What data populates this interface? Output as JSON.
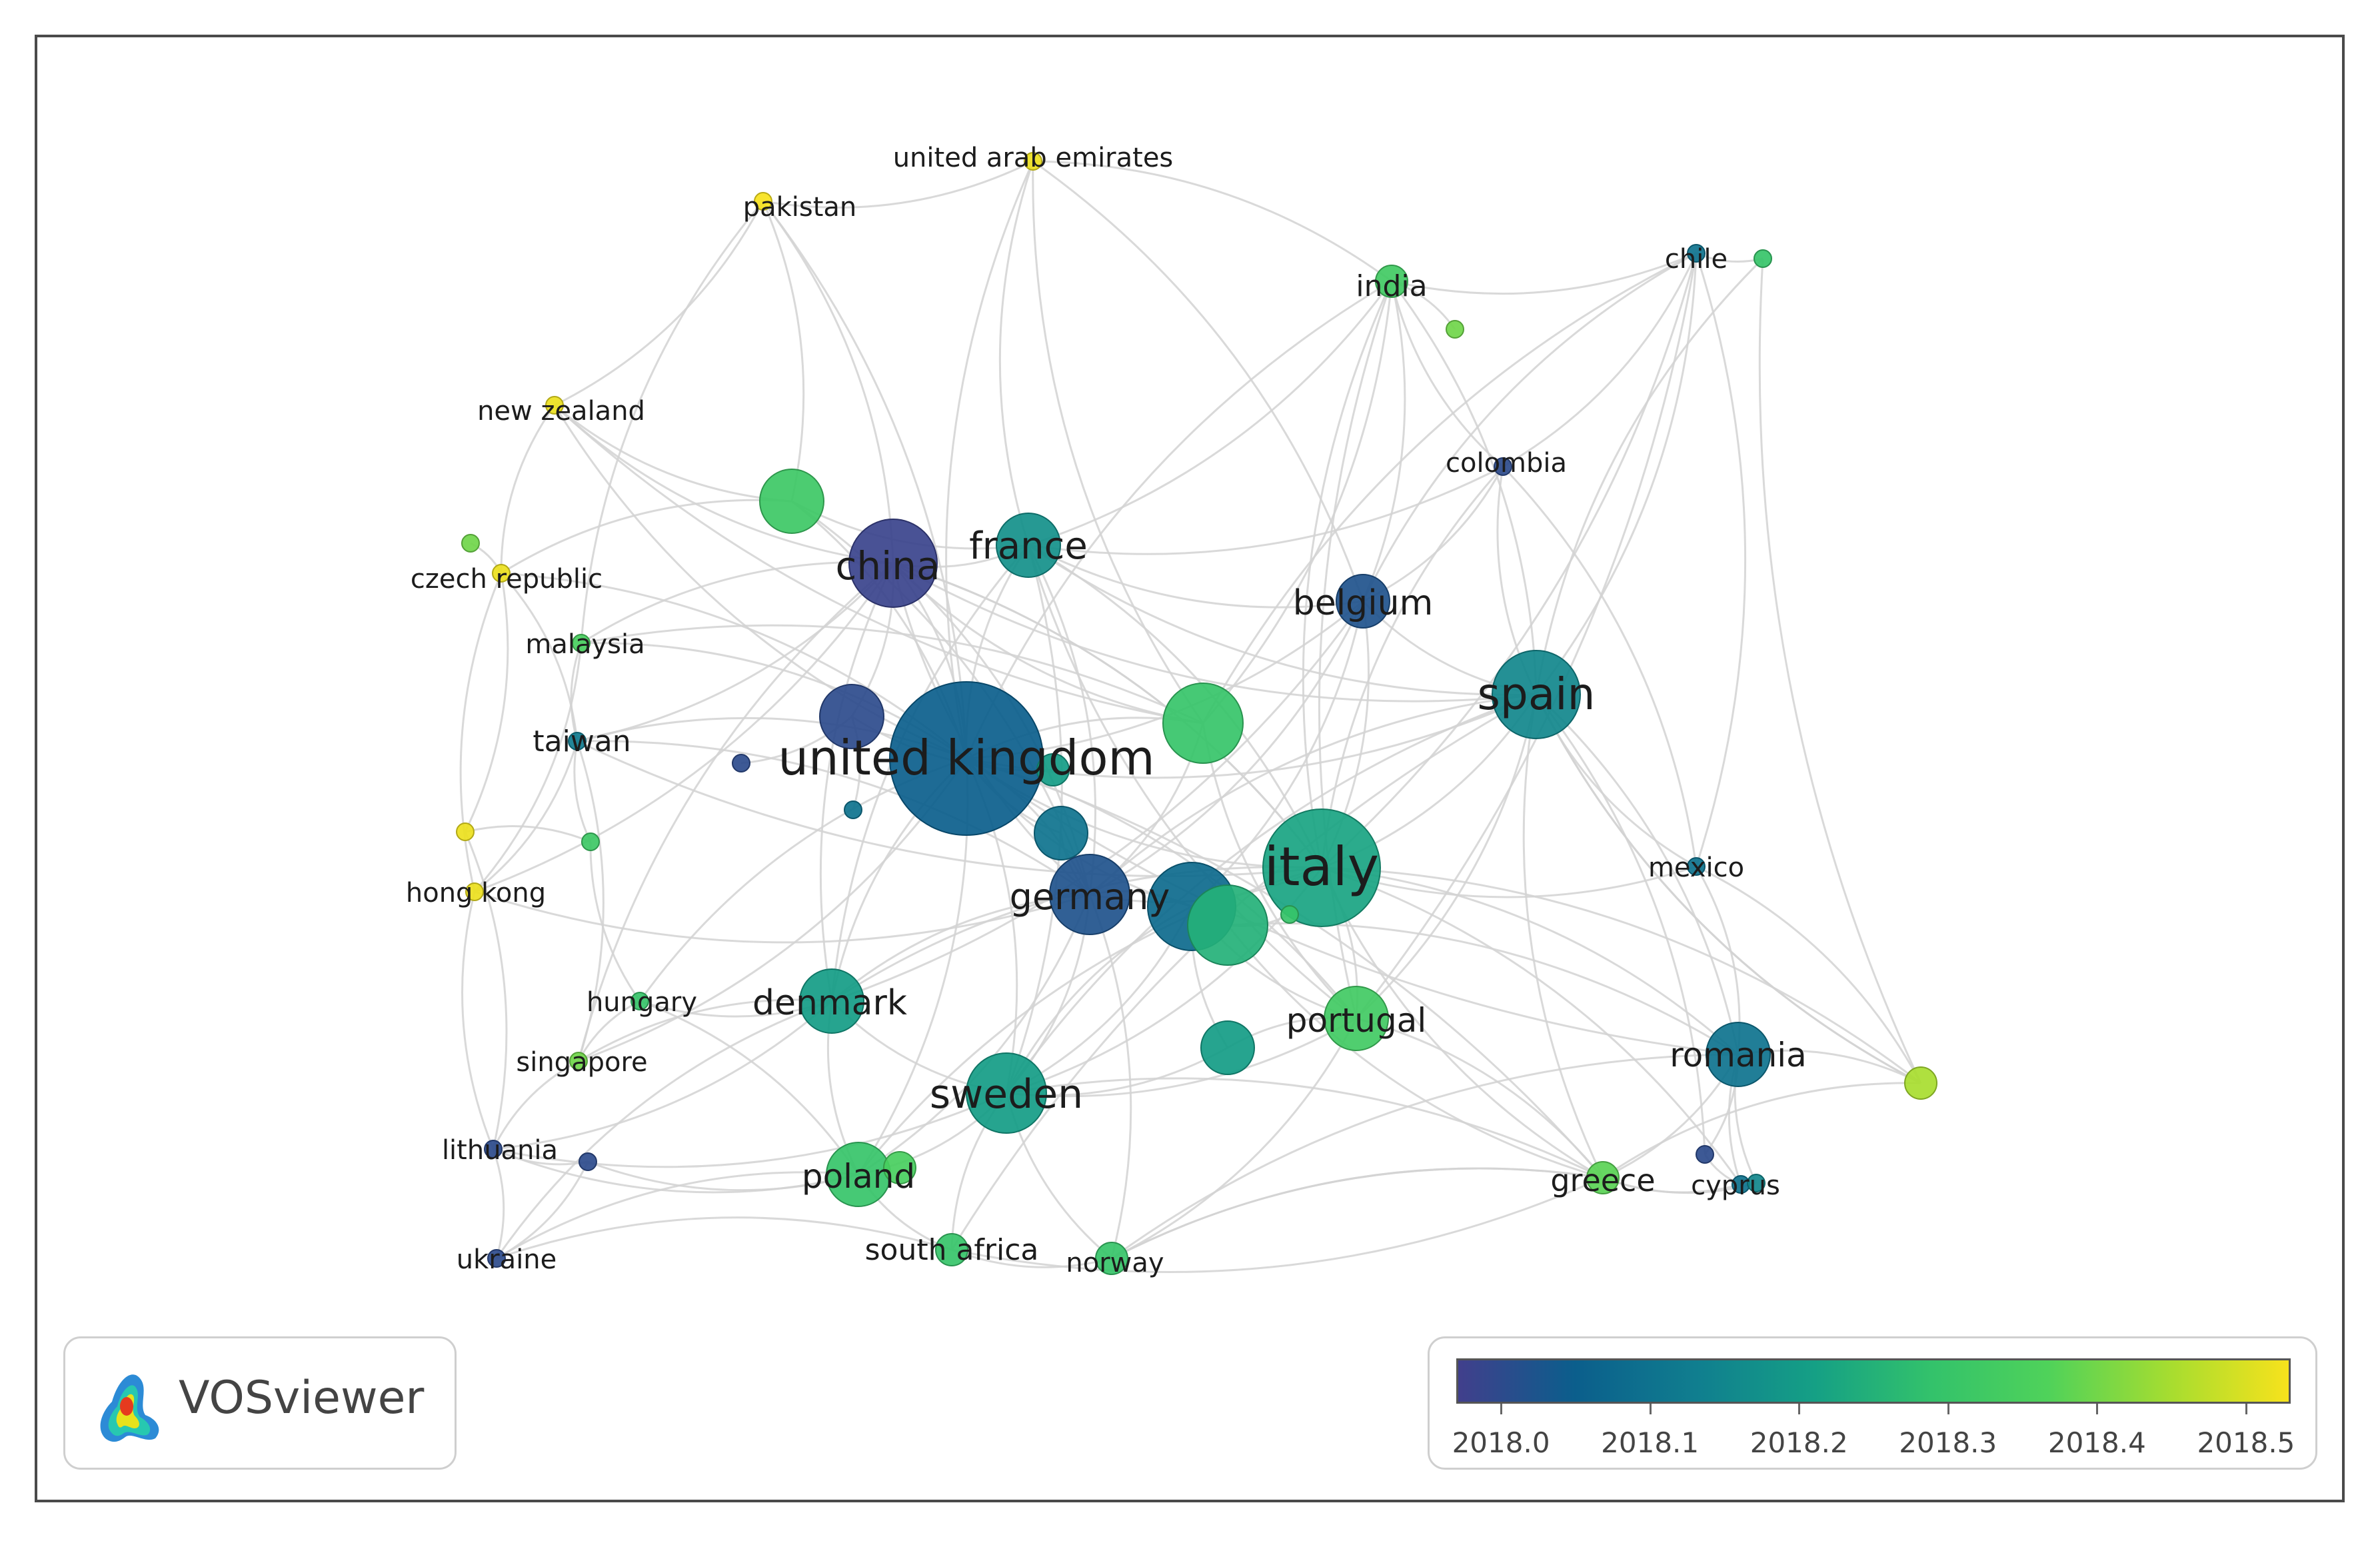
{
  "nodes": [
    {
      "id": "uae",
      "label": "united arab emirates",
      "score": 2018.52,
      "weight": 1,
      "label_tier": "s"
    },
    {
      "id": "pakistan",
      "label": "pakistan",
      "score": 2018.53,
      "weight": 1,
      "label_tier": "s"
    },
    {
      "id": "india",
      "label": "india",
      "score": 2018.33,
      "weight": 2,
      "label_tier": "s"
    },
    {
      "id": "chile",
      "label": "chile",
      "score": 2018.1,
      "weight": 1,
      "label_tier": "s"
    },
    {
      "id": "chile_b",
      "label": "",
      "score": 2018.3,
      "weight": 1
    },
    {
      "id": "india_b",
      "label": "",
      "score": 2018.4,
      "weight": 1
    },
    {
      "id": "new_zealand",
      "label": "new zealand",
      "score": 2018.52,
      "weight": 1,
      "label_tier": "s"
    },
    {
      "id": "colombia",
      "label": "colombia",
      "score": 2018.0,
      "weight": 1,
      "label_tier": "s"
    },
    {
      "id": "nl",
      "label": "",
      "score": 2018.32,
      "weight": 4
    },
    {
      "id": "china",
      "label": "china",
      "score": 2017.98,
      "weight": 7,
      "label_tier": "m"
    },
    {
      "id": "france",
      "label": "france",
      "score": 2018.17,
      "weight": 4,
      "label_tier": "m"
    },
    {
      "id": "czech",
      "label": "czech republic",
      "score": 2018.52,
      "weight": 1,
      "label_tier": "s"
    },
    {
      "id": "czech_b",
      "label": "",
      "score": 2018.4,
      "weight": 1
    },
    {
      "id": "belgium",
      "label": "belgium",
      "score": 2018.02,
      "weight": 3,
      "label_tier": "m"
    },
    {
      "id": "malaysia",
      "label": "malaysia",
      "score": 2018.35,
      "weight": 1,
      "label_tier": "s"
    },
    {
      "id": "spain",
      "label": "spain",
      "score": 2018.15,
      "weight": 7,
      "label_tier": "l"
    },
    {
      "id": "usa_a",
      "label": "",
      "score": 2018.0,
      "weight": 4
    },
    {
      "id": "taiwan",
      "label": "taiwan",
      "score": 2018.12,
      "weight": 1,
      "label_tier": "s"
    },
    {
      "id": "aus",
      "label": "",
      "score": 2018.3,
      "weight": 6
    },
    {
      "id": "x1",
      "label": "",
      "score": 2018.0,
      "weight": 1
    },
    {
      "id": "uk",
      "label": "united kingdom",
      "score": 2018.05,
      "weight": 12,
      "label_tier": "xl"
    },
    {
      "id": "x2",
      "label": "",
      "score": 2018.2,
      "weight": 2
    },
    {
      "id": "x3",
      "label": "",
      "score": 2018.1,
      "weight": 1
    },
    {
      "id": "x4",
      "label": "",
      "score": 2018.1,
      "weight": 3
    },
    {
      "id": "italy",
      "label": "italy",
      "score": 2018.22,
      "weight": 9,
      "label_tier": "l"
    },
    {
      "id": "x5",
      "label": "",
      "score": 2018.52,
      "weight": 1
    },
    {
      "id": "x6",
      "label": "",
      "score": 2018.32,
      "weight": 1
    },
    {
      "id": "hong_kong",
      "label": "hong kong",
      "score": 2018.52,
      "weight": 1,
      "label_tier": "s"
    },
    {
      "id": "germany",
      "label": "germany",
      "score": 2018.02,
      "weight": 6,
      "label_tier": "m"
    },
    {
      "id": "nethl",
      "label": "",
      "score": 2018.08,
      "weight": 7
    },
    {
      "id": "x7",
      "label": "",
      "score": 2018.25,
      "weight": 6
    },
    {
      "id": "x8",
      "label": "",
      "score": 2018.3,
      "weight": 1
    },
    {
      "id": "mexico",
      "label": "mexico",
      "score": 2018.1,
      "weight": 1,
      "label_tier": "s"
    },
    {
      "id": "hungary",
      "label": "hungary",
      "score": 2018.3,
      "weight": 1,
      "label_tier": "s"
    },
    {
      "id": "denmark",
      "label": "denmark",
      "score": 2018.2,
      "weight": 4,
      "label_tier": "m"
    },
    {
      "id": "portugal",
      "label": "portugal",
      "score": 2018.33,
      "weight": 4,
      "label_tier": "m"
    },
    {
      "id": "x9",
      "label": "",
      "score": 2018.2,
      "weight": 3
    },
    {
      "id": "romania",
      "label": "romania",
      "score": 2018.1,
      "weight": 4,
      "label_tier": "m"
    },
    {
      "id": "singapore",
      "label": "singapore",
      "score": 2018.4,
      "weight": 1,
      "label_tier": "s"
    },
    {
      "id": "x10",
      "label": "",
      "score": 2018.45,
      "weight": 2
    },
    {
      "id": "sweden",
      "label": "sweden",
      "score": 2018.2,
      "weight": 6,
      "label_tier": "l"
    },
    {
      "id": "lithuania",
      "label": "lithuania",
      "score": 2018.0,
      "weight": 1,
      "label_tier": "s"
    },
    {
      "id": "x11",
      "label": "",
      "score": 2018.0,
      "weight": 1
    },
    {
      "id": "poland",
      "label": "poland",
      "score": 2018.3,
      "weight": 4,
      "label_tier": "m"
    },
    {
      "id": "poland_b",
      "label": "",
      "score": 2018.35,
      "weight": 2
    },
    {
      "id": "x12",
      "label": "",
      "score": 2018.0,
      "weight": 1
    },
    {
      "id": "greece",
      "label": "greece",
      "score": 2018.38,
      "weight": 2,
      "label_tier": "m"
    },
    {
      "id": "cyprus",
      "label": "cyprus",
      "score": 2018.1,
      "weight": 1,
      "label_tier": "s"
    },
    {
      "id": "x13",
      "label": "",
      "score": 2018.15,
      "weight": 1
    },
    {
      "id": "south_africa",
      "label": "south africa",
      "score": 2018.3,
      "weight": 2,
      "label_tier": "m"
    },
    {
      "id": "norway",
      "label": "norway",
      "score": 2018.3,
      "weight": 2,
      "label_tier": "s"
    },
    {
      "id": "ukraine",
      "label": "ukraine",
      "score": 2018.0,
      "weight": 1,
      "label_tier": "s"
    }
  ],
  "legend": {
    "colormap": [
      "#413f8c",
      "#0b5e8c",
      "#107f8f",
      "#15a085",
      "#33c26b",
      "#4fd25a",
      "#a8dd2f",
      "#f7e21c"
    ],
    "min": 2017.97,
    "max": 2018.53,
    "ticks": [
      "2018.0",
      "2018.1",
      "2018.2",
      "2018.3",
      "2018.4",
      "2018.5"
    ]
  },
  "brand": {
    "name": "VOSviewer"
  }
}
